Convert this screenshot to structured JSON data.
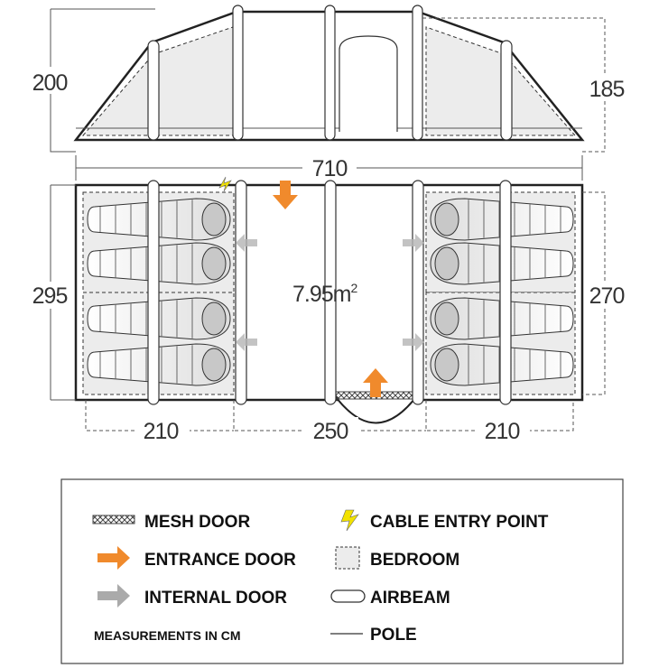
{
  "elevation": {
    "height_left": "200",
    "height_right": "185",
    "length": "710"
  },
  "plan": {
    "width_left": "295",
    "width_right": "270",
    "area": "7.95m",
    "area_unit_sup": "2",
    "bedroom_left": "210",
    "living": "250",
    "bedroom_right": "210"
  },
  "legend": {
    "mesh_door": "MESH DOOR",
    "entrance_door": "ENTRANCE DOOR",
    "internal_door": "INTERNAL DOOR",
    "measurements": "MEASUREMENTS IN CM",
    "cable_entry": "CABLE ENTRY POINT",
    "bedroom": "BEDROOM",
    "airbeam": "AIRBEAM",
    "pole": "POLE"
  },
  "colors": {
    "entrance": "#f08a2c",
    "internal": "#aaaaaa",
    "bedroom_fill": "#ececec",
    "cable": "#f2e200",
    "outline": "#333333"
  }
}
